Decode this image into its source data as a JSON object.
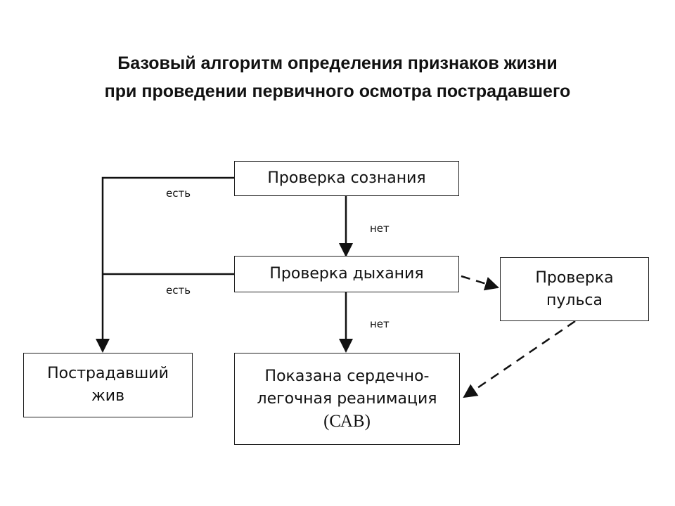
{
  "title": {
    "line1": "Базовый алгоритм определения признаков жизни",
    "line2": "при проведении первичного осмотра пострадавшего"
  },
  "nodes": {
    "consciousness": {
      "label": "Проверка сознания"
    },
    "breathing": {
      "label": "Проверка дыхания"
    },
    "pulse": {
      "line1": "Проверка",
      "line2": "пульса"
    },
    "alive": {
      "line1": "Пострадавший",
      "line2": "жив"
    },
    "cpr": {
      "line1": "Показана сердечно-",
      "line2": "легочная реанимация",
      "line3": "(САВ)"
    }
  },
  "edge_labels": {
    "consciousness_yes": "есть",
    "consciousness_no": "нет",
    "breathing_yes": "есть",
    "breathing_no": "нет"
  },
  "colors": {
    "line": "#111111",
    "border": "#222222"
  }
}
